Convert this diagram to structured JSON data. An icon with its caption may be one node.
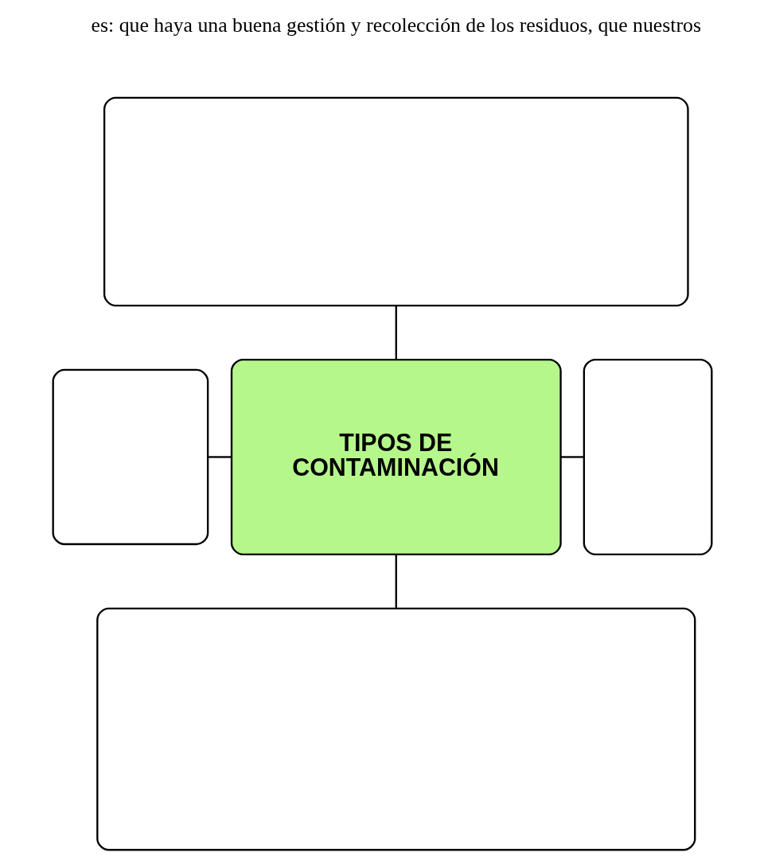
{
  "diagram": {
    "nodes": [
      {
        "text": [],
        "shape": "box"
      },
      {
        "text": [],
        "shape": "box"
      },
      {
        "text": [
          "TIPOS DE CONTAMINACIÓN"
        ]
      },
      {
        "text": [],
        "shape": "box"
      },
      {
        "text": [],
        "shape": "box"
      }
    ],
    "edges": [
      {
        "from": 0,
        "to": 2,
        "arrow": "none"
      },
      {
        "from": 1,
        "to": 2,
        "arrow": "none"
      },
      {
        "from": 2,
        "to": 3,
        "arrow": "none"
      },
      {
        "from": 2,
        "to": 4,
        "arrow": "none"
      }
    ],
    "labels": [
      "es: que haya una buena gestión y recolección de los residuos, que nuestros"
    ]
  }
}
